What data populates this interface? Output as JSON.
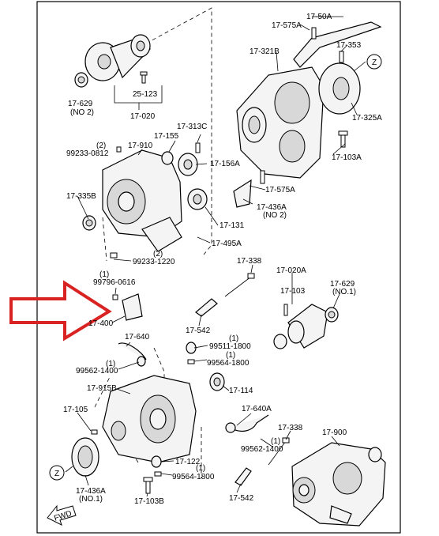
{
  "parts": [
    {
      "id": "p_17_50A",
      "text": "17-50A"
    },
    {
      "id": "p_17_575A_top",
      "text": "17-575A"
    },
    {
      "id": "p_17_353",
      "text": "17-353"
    },
    {
      "id": "p_17_321B",
      "text": "17-321B"
    },
    {
      "id": "p_17_325A",
      "text": "17-325A"
    },
    {
      "id": "p_17_103A",
      "text": "17-103A"
    },
    {
      "id": "p_17_629_top",
      "text": "17-629"
    },
    {
      "id": "p_17_629_top_q",
      "text": "(NO 2)"
    },
    {
      "id": "p_25_123",
      "text": "25-123"
    },
    {
      "id": "p_17_020",
      "text": "17-020"
    },
    {
      "id": "p_17_313C",
      "text": "17-313C"
    },
    {
      "id": "p_17_155",
      "text": "17-155"
    },
    {
      "id": "p_99233_0812_q",
      "text": "(2)"
    },
    {
      "id": "p_99233_0812",
      "text": "99233-0812"
    },
    {
      "id": "p_17_910",
      "text": "17-910"
    },
    {
      "id": "p_17_156A",
      "text": "17-156A"
    },
    {
      "id": "p_17_575A_mid",
      "text": "17-575A"
    },
    {
      "id": "p_17_335B",
      "text": "17-335B"
    },
    {
      "id": "p_17_436A_top",
      "text": "17-436A"
    },
    {
      "id": "p_17_436A_top_q",
      "text": "(NO 2)"
    },
    {
      "id": "p_17_131",
      "text": "17-131"
    },
    {
      "id": "p_17_495A",
      "text": "17-495A"
    },
    {
      "id": "p_99233_1220_q",
      "text": "(2)"
    },
    {
      "id": "p_99233_1220",
      "text": "99233-1220"
    },
    {
      "id": "p_17_338_top",
      "text": "17-338"
    },
    {
      "id": "p_17_020A",
      "text": "17-020A"
    },
    {
      "id": "p_99796_0616_q",
      "text": "(1)"
    },
    {
      "id": "p_99796_0616",
      "text": "99796-0616"
    },
    {
      "id": "p_17_103",
      "text": "17-103"
    },
    {
      "id": "p_17_629_mid",
      "text": "17-629"
    },
    {
      "id": "p_17_629_mid_q",
      "text": "(NO.1)"
    },
    {
      "id": "p_17_400",
      "text": "17-400"
    },
    {
      "id": "p_17_542_top",
      "text": "17-542"
    },
    {
      "id": "p_17_640",
      "text": "17-640"
    },
    {
      "id": "p_99511_1800_q",
      "text": "(1)"
    },
    {
      "id": "p_99511_1800",
      "text": "99511-1800"
    },
    {
      "id": "p_99564_1800_mid_q",
      "text": "(1)"
    },
    {
      "id": "p_99564_1800_mid",
      "text": "99564-1800"
    },
    {
      "id": "p_99562_1400_left_q",
      "text": "(1)"
    },
    {
      "id": "p_99562_1400_left",
      "text": "99562-1400"
    },
    {
      "id": "p_17_915B",
      "text": "17-915B"
    },
    {
      "id": "p_17_114",
      "text": "17-114"
    },
    {
      "id": "p_17_105",
      "text": "17-105"
    },
    {
      "id": "p_17_640A",
      "text": "17-640A"
    },
    {
      "id": "p_17_338_bot",
      "text": "17-338"
    },
    {
      "id": "p_17_900",
      "text": "17-900"
    },
    {
      "id": "p_99562_1400_right_q",
      "text": "(1)"
    },
    {
      "id": "p_99562_1400_right",
      "text": "99562-1400"
    },
    {
      "id": "p_17_122",
      "text": "17-122"
    },
    {
      "id": "p_99564_1800_bot_q",
      "text": "(1)"
    },
    {
      "id": "p_99564_1800_bot",
      "text": "99564-1800"
    },
    {
      "id": "p_17_436A_bot",
      "text": "17-436A"
    },
    {
      "id": "p_17_436A_bot_q",
      "text": "(NO.1)"
    },
    {
      "id": "p_17_542_bot",
      "text": "17-542"
    },
    {
      "id": "p_17_103B",
      "text": "17-103B"
    }
  ],
  "refs": {
    "z_top": "Z",
    "z_bottom": "Z",
    "fwd": "FWD"
  },
  "colors": {
    "ink": "#000000",
    "arrow": "#d92323",
    "paper": "#ffffff"
  }
}
